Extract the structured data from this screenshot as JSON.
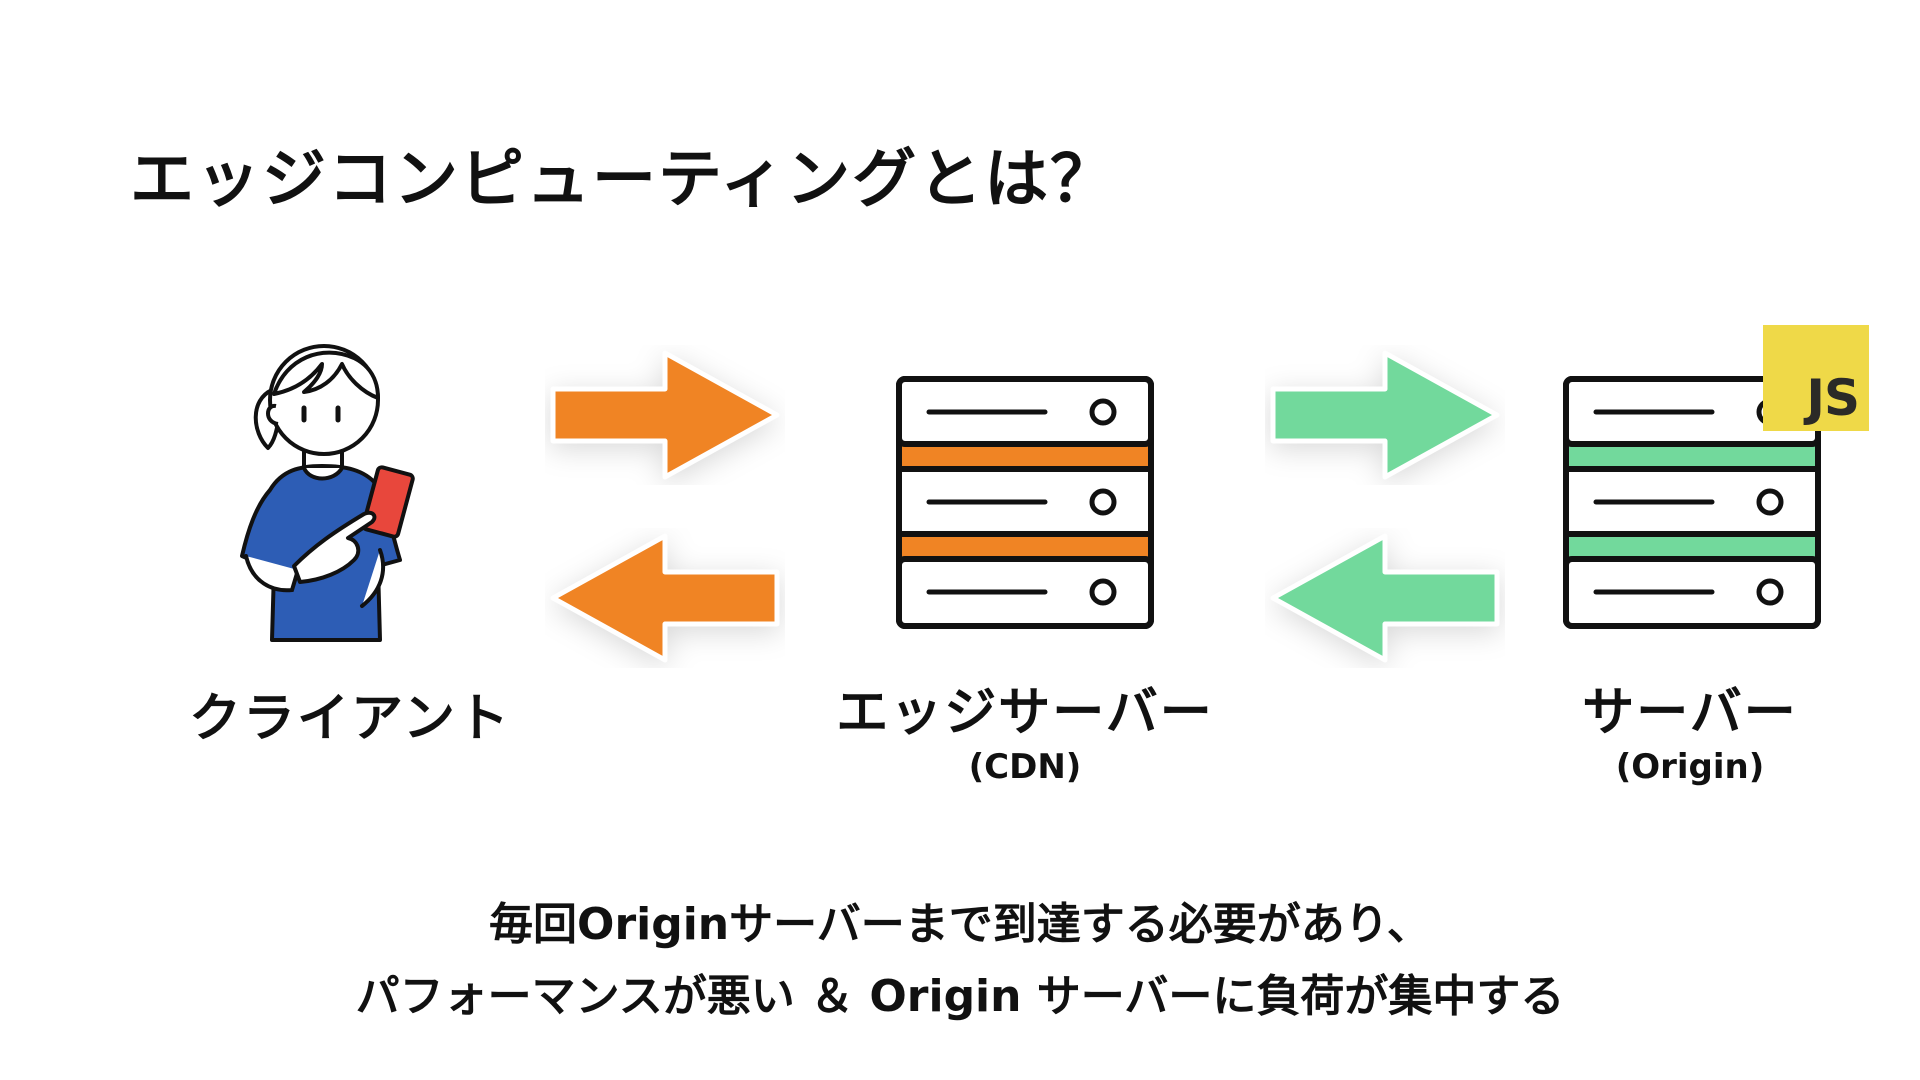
{
  "title": "エッジコンピューティングとは？",
  "nodes": {
    "client": {
      "label": "クライアント"
    },
    "edge": {
      "label": "エッジサーバー",
      "sublabel": "(CDN)"
    },
    "origin": {
      "label": "サーバー",
      "sublabel": "(Origin)",
      "badge": "JS"
    }
  },
  "arrows": {
    "client_edge_color": "#f08424",
    "edge_origin_color": "#72d99c"
  },
  "caption": {
    "line1": "毎回Originサーバーまで到達する必要があり、",
    "line2": "パフォーマンスが悪い ＆ Origin サーバーに負荷が集中する"
  },
  "icons": {
    "client": "person-with-phone-icon",
    "edge": "server-rack-icon",
    "origin": "server-rack-icon",
    "badge": "javascript-logo-icon"
  },
  "colors": {
    "shirt": "#2d5db5",
    "phone": "#e8473c",
    "edge_band": "#f08424",
    "origin_band": "#72d99c",
    "js_badge": "#efd948"
  }
}
